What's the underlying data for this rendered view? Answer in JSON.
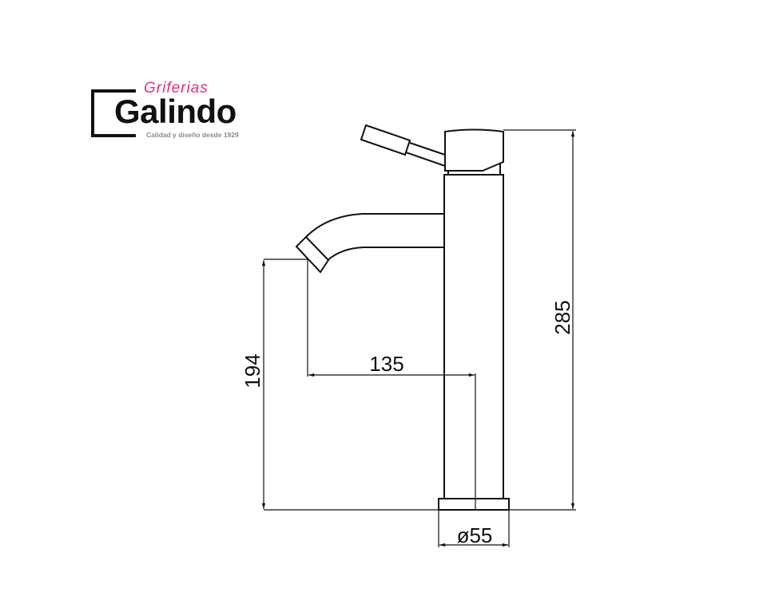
{
  "logo": {
    "brand_top": "Griferias",
    "brand_main": "Galindo",
    "tagline": "Calidad y diseño desde 1929"
  },
  "dimensions": {
    "total_height": "285",
    "spout_height": "194",
    "spout_reach": "135",
    "base_diameter": "ø55"
  }
}
